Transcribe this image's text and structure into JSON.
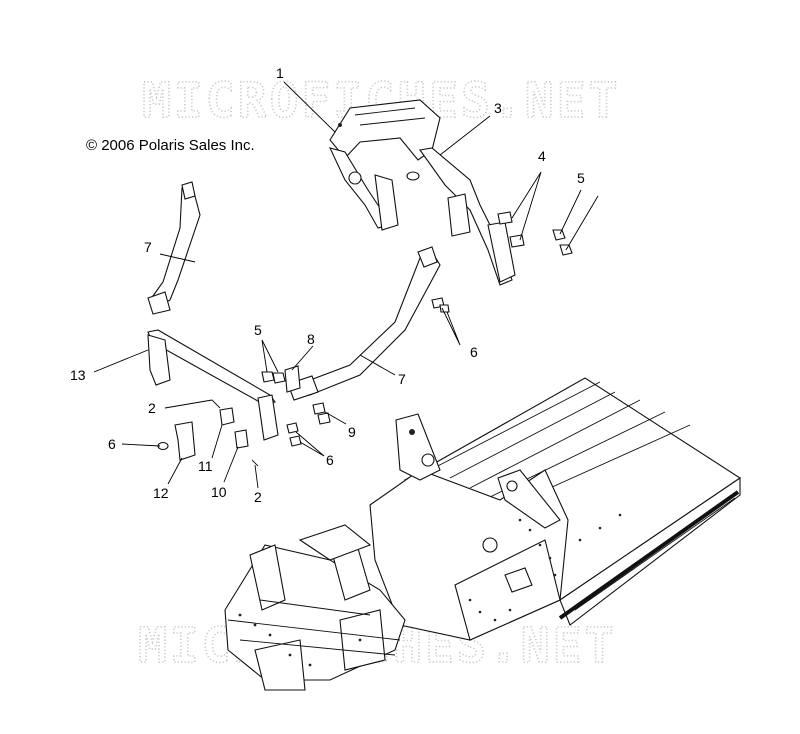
{
  "watermark": "MICROFICHES.NET",
  "copyright": "© 2006 Polaris Sales Inc.",
  "callouts": [
    "1",
    "3",
    "4",
    "5",
    "7",
    "13",
    "5",
    "8",
    "7",
    "6",
    "2",
    "6",
    "11",
    "10",
    "12",
    "2",
    "9",
    "6"
  ]
}
